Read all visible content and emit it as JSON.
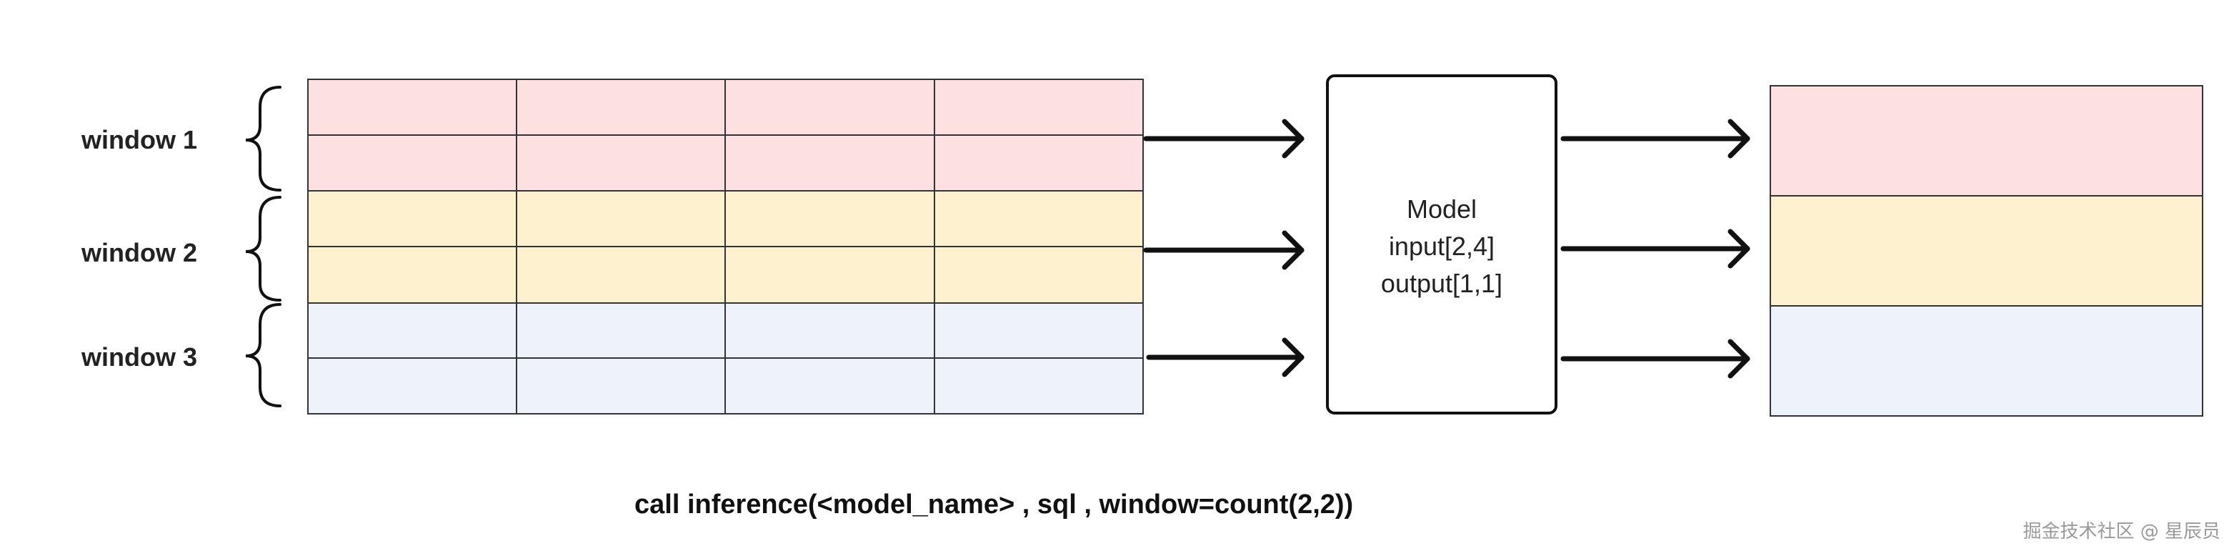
{
  "windows": [
    {
      "label": "window 1",
      "color": "#fde1e2"
    },
    {
      "label": "window 2",
      "color": "#fdf1cf"
    },
    {
      "label": "window 3",
      "color": "#eef2fb"
    }
  ],
  "model": {
    "lines": [
      "Model",
      "input[2,4]",
      "output[1,1]"
    ]
  },
  "caption": "call inference(<model_name> , sql , window=count(2,2))",
  "watermark": "掘金技术社区 @ 星辰员",
  "colors": {
    "stroke": "#111111",
    "grid": "#333333"
  }
}
